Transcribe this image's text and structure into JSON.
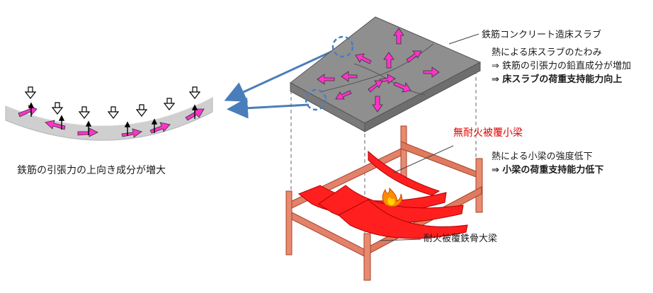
{
  "labels": {
    "slab_title": "鉄筋コンクリート造床スラブ",
    "slab_effect_1": "熱による床スラブのたわみ",
    "slab_effect_2": "⇒ 鉄筋の引張力の鉛直成分が増加",
    "slab_effect_3": "⇒ 床スラブの荷重支持能力向上",
    "small_beam_title": "無耐火被覆小梁",
    "beam_effect_1": "熱による小梁の強度低下",
    "beam_effect_2": "⇒ 小梁の荷重支持能力低下",
    "main_beam_title": "耐火被覆鉄骨大梁",
    "rebar_caption": "鉄筋の引張力の上向き成分が増大"
  },
  "colors": {
    "slab_gray": "#8c8c8c",
    "slab_top": "#9a9a9a",
    "rebar_magenta": "#ff33cc",
    "beam_red": "#ff1a1a",
    "steel_frame": "#e07a5f",
    "arrow_blue": "#4a7ebb",
    "label_red": "#e00000"
  },
  "icons": [
    "flame-icon",
    "dashed-circle-marker",
    "load-arrow-icon",
    "rebar-arrow-icon"
  ]
}
